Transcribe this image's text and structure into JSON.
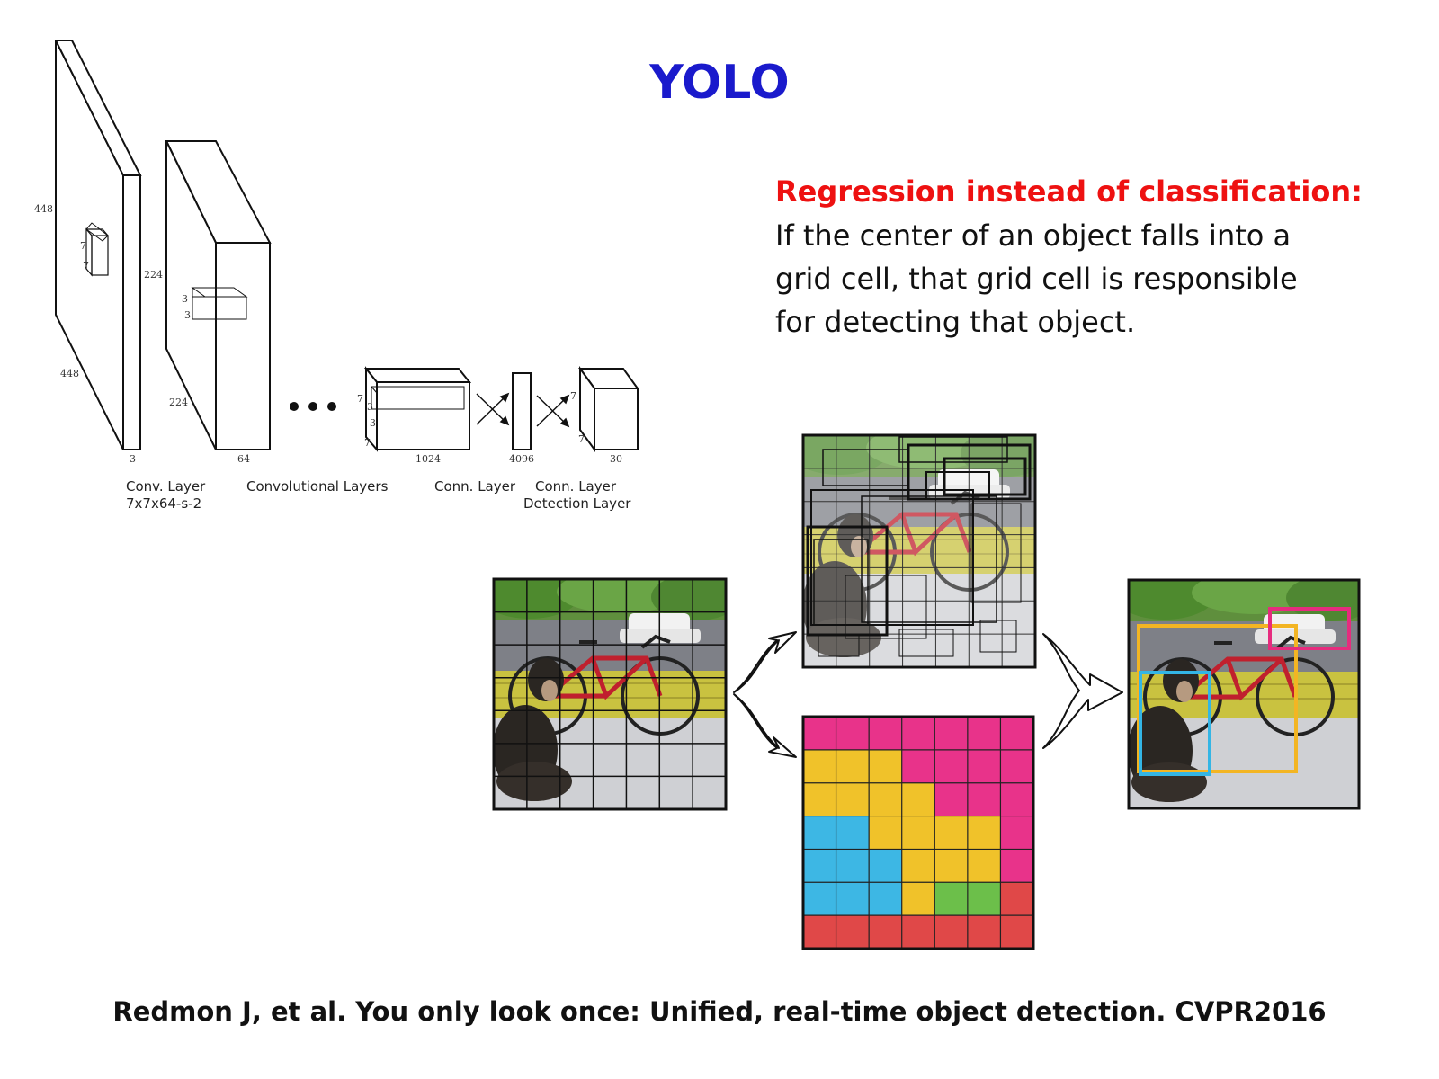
{
  "title": "YOLO",
  "description": {
    "heading": "Regression instead of classification:",
    "lines": [
      "If the center of an object falls into a",
      "grid cell, that grid cell is responsible",
      "for detecting that object."
    ]
  },
  "citation": "Redmon J, et al. You only look once: Unified, real-time object detection. CVPR2016",
  "network": {
    "dims": {
      "input_h": "448",
      "input_w": "448",
      "input_c": "3",
      "kernel1_a": "7",
      "kernel1_b": "7",
      "l2_h": "224",
      "l2_w": "224",
      "l2_c": "64",
      "kernel2_a": "3",
      "kernel2_b": "3",
      "l3_a": "7",
      "l3_b": "7",
      "l3_c": "1024",
      "kernel3_a": "3",
      "kernel3_b": "3",
      "fc_size": "4096",
      "out_a": "7",
      "out_b": "7",
      "out_c": "30"
    },
    "labels": {
      "conv_layer_1": "Conv. Layer",
      "conv_layer_2": "7x7x64-s-2",
      "conv_layers": "Convolutional Layers",
      "conn_layer": "Conn. Layer",
      "conn_layer2_1": "Conn. Layer",
      "conn_layer2_2": "Detection Layer"
    }
  },
  "colors": {
    "title": "#1a1acc",
    "heading": "#ee1111",
    "class_map": {
      "magenta": "#e8338a",
      "yellow": "#f0c22a",
      "blue": "#3db7e4",
      "green": "#6cbf4a",
      "red": "#e04848"
    },
    "box_yellow": "#f3b523",
    "box_blue": "#33b5e5",
    "box_magenta": "#e62c7e"
  }
}
